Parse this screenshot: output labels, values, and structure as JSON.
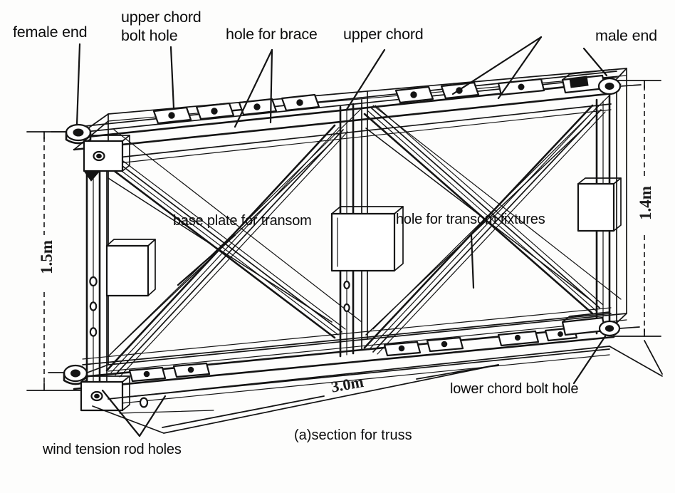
{
  "figure": {
    "caption": "(a)section for truss",
    "background_color": "#fdfdfc",
    "ink_color": "#111111"
  },
  "labels": {
    "female_end": "female end",
    "upper_chord_bolt_hole_line1": "upper chord",
    "upper_chord_bolt_hole_line2": "bolt hole",
    "hole_for_brace": "hole for brace",
    "upper_chord": "upper chord",
    "male_end": "male end",
    "base_plate_for_transom": "base plate for transom",
    "hole_for_transom_fixtures": "hole for transom fixtures",
    "lower_chord_bolt_hole": "lower chord bolt hole",
    "wind_tension_rod_holes": "wind tension rod holes"
  },
  "dimensions": {
    "left_height": "1.5m",
    "right_height": "1.4m",
    "length": "3.0m"
  },
  "chart_data": {
    "type": "diagram",
    "title": "(a)section for truss",
    "subject": "bridge truss panel, isometric view",
    "measured_dimensions": [
      {
        "name": "left_height",
        "value": 1.5,
        "unit": "m",
        "label": "1.5m",
        "orientation": "vertical",
        "side": "left"
      },
      {
        "name": "right_height",
        "value": 1.4,
        "unit": "m",
        "label": "1.4m",
        "orientation": "vertical",
        "side": "right"
      },
      {
        "name": "length",
        "value": 3.0,
        "unit": "m",
        "label": "3.0m",
        "orientation": "horizontal",
        "side": "bottom"
      }
    ],
    "annotated_parts": [
      {
        "label": "female end",
        "location": "upper left corner connector"
      },
      {
        "label": "upper chord bolt hole",
        "location": "holes along upper chord, left of centre"
      },
      {
        "label": "hole for brace",
        "location": "two holes on upper chord mid-left"
      },
      {
        "label": "upper chord",
        "location": "top horizontal member"
      },
      {
        "label": "male end",
        "location": "upper right corner connector"
      },
      {
        "label": "base plate for transom",
        "location": "plate at left panel mid-height"
      },
      {
        "label": "hole for transom fixtures",
        "location": "central square base plate area"
      },
      {
        "label": "lower chord bolt hole",
        "location": "holes along lower chord, right side"
      },
      {
        "label": "wind tension rod holes",
        "location": "holes at lower left end post"
      }
    ],
    "structure": {
      "panels": 2,
      "bracing": "double X (cross) bracing in each panel",
      "members": [
        "upper chord",
        "lower chord",
        "end posts",
        "centre post",
        "diagonal braces"
      ]
    }
  }
}
